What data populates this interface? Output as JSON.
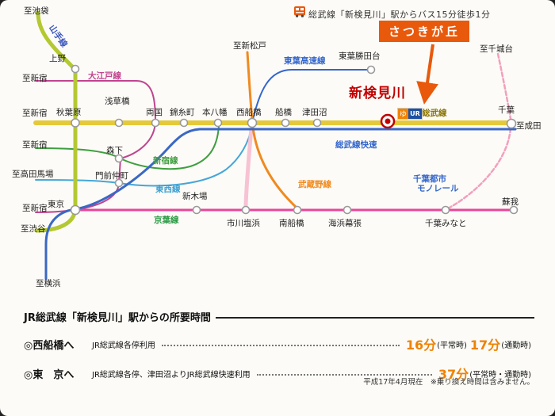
{
  "top_note": {
    "icon": "bus-icon",
    "text": "総武線「新検見川」駅からバス15分徒歩1分"
  },
  "highlight": {
    "area_name": "さつきが丘",
    "station_name": "新検見川",
    "logo_left": "ゆ",
    "logo_right": "UR"
  },
  "destinations": [
    {
      "label": "至池袋"
    },
    {
      "label": "至新宿"
    },
    {
      "label": "至新宿"
    },
    {
      "label": "至新宿"
    },
    {
      "label": "至高田馬場"
    },
    {
      "label": "至新宿"
    },
    {
      "label": "至渋谷"
    },
    {
      "label": "至横浜"
    },
    {
      "label": "至新松戸"
    },
    {
      "label": "至千城台"
    },
    {
      "label": "至成田"
    }
  ],
  "line_labels": [
    {
      "label": "山手線",
      "color": "#3a55c0"
    },
    {
      "label": "大江戸線",
      "color": "#c0448f"
    },
    {
      "label": "新宿線",
      "color": "#3f9e3f"
    },
    {
      "label": "東西線",
      "color": "#3f9fd0"
    },
    {
      "label": "京葉線",
      "color": "#2a9a44"
    },
    {
      "label": "武蔵野線",
      "color": "#f08a20"
    },
    {
      "label": "東葉高速線",
      "color": "#3366cc"
    },
    {
      "label": "総武線",
      "color": "#8a7500"
    },
    {
      "label": "総武線快速",
      "color": "#3366cc"
    },
    {
      "label": "千葉都市",
      "color": "#3366cc"
    },
    {
      "label": "モノレール",
      "color": "#3366cc"
    }
  ],
  "stations": [
    {
      "name": "上野"
    },
    {
      "name": "秋葉原"
    },
    {
      "name": "浅草橋"
    },
    {
      "name": "両国"
    },
    {
      "name": "錦糸町"
    },
    {
      "name": "本八幡"
    },
    {
      "name": "西船橋"
    },
    {
      "name": "船橋"
    },
    {
      "name": "津田沼"
    },
    {
      "name": "千葉"
    },
    {
      "name": "東葉勝田台"
    },
    {
      "name": "森下"
    },
    {
      "name": "門前仲町"
    },
    {
      "name": "新木場"
    },
    {
      "name": "東京"
    },
    {
      "name": "市川塩浜"
    },
    {
      "name": "南船橋"
    },
    {
      "name": "海浜幕張"
    },
    {
      "name": "千葉みなと"
    },
    {
      "name": "蘇我"
    }
  ],
  "timetable": {
    "heading": "JR総武線「新検見川」駅からの所要時間",
    "rows": [
      {
        "dest": "◎西船橋へ",
        "via": "JR総武線各停利用",
        "time1": "16分",
        "time1_note": "(平常時)",
        "time2": "17分",
        "time2_note": "(通勤時)"
      },
      {
        "dest": "◎東　京へ",
        "via": "JR総武線各停、津田沼よりJR総武線快速利用",
        "time1": "37分",
        "time1_note": "(平常時・通勤時)"
      }
    ],
    "footnote": "平成17年4月現在　※乗り換え時間は含みません。"
  },
  "colors": {
    "accent_orange": "#e8590c",
    "number_orange": "#ef8200",
    "station_red": "#c00000",
    "yamanote": "#b4c832",
    "sobu_local": "#e5c93a",
    "sobu_rapid": "#3b68c4",
    "oedo": "#c0448f",
    "shinjuku_line": "#3f9e3f",
    "tozai": "#45a6d8",
    "keiyo": "#e8459a",
    "musashino": "#f08a20",
    "keiyo_branch": "#f7c3d4",
    "toyo_rapid": "#3366cc",
    "monorail": "#f2a0be"
  }
}
